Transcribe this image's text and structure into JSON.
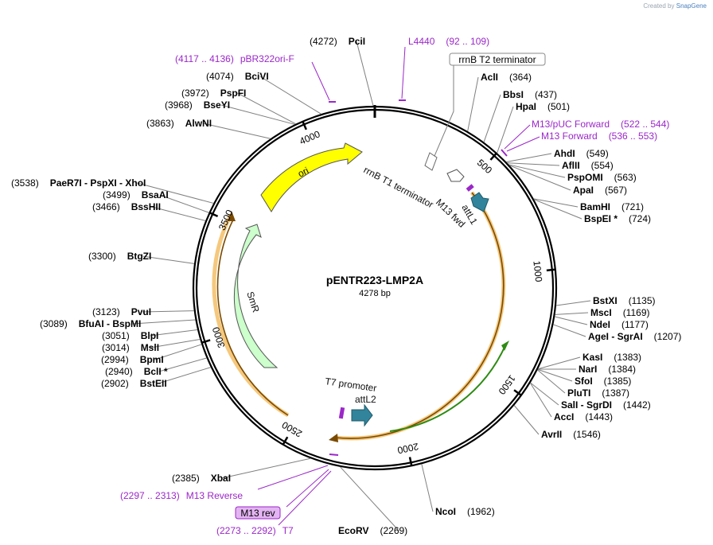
{
  "credit": {
    "prefix": "Created by",
    "brand": "SnapGene"
  },
  "map": {
    "name": "pENTR223-LMP2A",
    "size_label": "4278 bp",
    "length": 4278,
    "tick_labels": [
      "500",
      "1000",
      "1500",
      "2000",
      "2500",
      "3000",
      "3500",
      "4000"
    ]
  },
  "sites": [
    {
      "name": "PciI",
      "pos": "(4272)",
      "bp": 4272
    },
    {
      "name": "AclI",
      "pos": "(364)",
      "bp": 364
    },
    {
      "name": "BbsI",
      "pos": "(437)",
      "bp": 437
    },
    {
      "name": "HpaI",
      "pos": "(501)",
      "bp": 501
    },
    {
      "name": "AhdI",
      "pos": "(549)",
      "bp": 549
    },
    {
      "name": "AflII",
      "pos": "(554)",
      "bp": 554
    },
    {
      "name": "PspOMI",
      "pos": "(563)",
      "bp": 563
    },
    {
      "name": "ApaI",
      "pos": "(567)",
      "bp": 567
    },
    {
      "name": "BamHI",
      "pos": "(721)",
      "bp": 721
    },
    {
      "name": "BspEI *",
      "pos": "(724)",
      "bp": 724
    },
    {
      "name": "BstXI",
      "pos": "(1135)",
      "bp": 1135
    },
    {
      "name": "MscI",
      "pos": "(1169)",
      "bp": 1169
    },
    {
      "name": "NdeI",
      "pos": "(1177)",
      "bp": 1177
    },
    {
      "name": "AgeI - SgrAI",
      "pos": "(1207)",
      "bp": 1207
    },
    {
      "name": "KasI",
      "pos": "(1383)",
      "bp": 1383
    },
    {
      "name": "NarI",
      "pos": "(1384)",
      "bp": 1384
    },
    {
      "name": "SfoI",
      "pos": "(1385)",
      "bp": 1385
    },
    {
      "name": "PluTI",
      "pos": "(1387)",
      "bp": 1387
    },
    {
      "name": "SalI - SgrDI",
      "pos": "(1442)",
      "bp": 1442
    },
    {
      "name": "AccI",
      "pos": "(1443)",
      "bp": 1443
    },
    {
      "name": "AvrII",
      "pos": "(1546)",
      "bp": 1546
    },
    {
      "name": "NcoI",
      "pos": "(1962)",
      "bp": 1962
    },
    {
      "name": "EcoRV",
      "pos": "(2269)",
      "bp": 2269
    },
    {
      "name": "XbaI",
      "pos": "(2385)",
      "bp": 2385
    },
    {
      "name": "BstEII",
      "pos": "(2902)",
      "bp": 2902
    },
    {
      "name": "BclI *",
      "pos": "(2940)",
      "bp": 2940
    },
    {
      "name": "BpmI",
      "pos": "(2994)",
      "bp": 2994
    },
    {
      "name": "MslI",
      "pos": "(3014)",
      "bp": 3014
    },
    {
      "name": "BlpI",
      "pos": "(3051)",
      "bp": 3051
    },
    {
      "name": "BfuAI - BspMI",
      "pos": "(3089)",
      "bp": 3089
    },
    {
      "name": "PvuI",
      "pos": "(3123)",
      "bp": 3123
    },
    {
      "name": "BtgZI",
      "pos": "(3300)",
      "bp": 3300
    },
    {
      "name": "BssHII",
      "pos": "(3466)",
      "bp": 3466
    },
    {
      "name": "BsaAI",
      "pos": "(3499)",
      "bp": 3499
    },
    {
      "name": "PaeR7I - PspXI - XhoI",
      "pos": "(3538)",
      "bp": 3538
    },
    {
      "name": "AlwNI",
      "pos": "(3863)",
      "bp": 3863
    },
    {
      "name": "BseYI",
      "pos": "(3968)",
      "bp": 3968
    },
    {
      "name": "PspFI",
      "pos": "(3972)",
      "bp": 3972
    },
    {
      "name": "BciVI",
      "pos": "(4074)",
      "bp": 4074
    }
  ],
  "primers": [
    {
      "name": "L4440",
      "range": "(92 .. 109)"
    },
    {
      "name": "pBR322ori-F",
      "range": "(4117 .. 4136)"
    },
    {
      "name": "M13/pUC Forward",
      "range": "(522 .. 544)"
    },
    {
      "name": "M13 Forward",
      "range": "(536 .. 553)"
    },
    {
      "name": "M13 Reverse",
      "range": "(2297 .. 2313)"
    },
    {
      "name": "T7",
      "range": "(2273 .. 2292)"
    }
  ],
  "boxed_labels": {
    "terminator": "rrnB T2 terminator",
    "m13rev": "M13 rev"
  },
  "features": {
    "rrnb_t1": "rrnB T1 terminator",
    "m13_fwd": "M13 fwd",
    "attl1": "attL1",
    "ori": "ori",
    "smr": "SmR",
    "t7_promoter": "T7 promoter",
    "attl2": "attL2"
  },
  "colors": {
    "backbone": "#000000",
    "lmp2a_arrow": "#f2a93b",
    "ori": "#ffff00",
    "smr": "#ccffcc",
    "att": "#31849b",
    "primer": "#9b27c9",
    "cds_green": "#2e8b13"
  }
}
